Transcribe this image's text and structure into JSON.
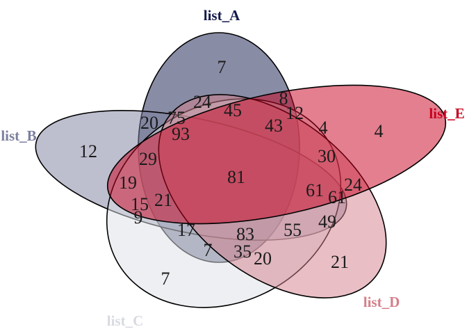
{
  "sets": [
    {
      "key": "A",
      "name": "list_A",
      "color": "#141a4b",
      "fill_opacity": 0.5,
      "label_color": "#141a4b"
    },
    {
      "key": "B",
      "name": "list_B",
      "color": "#7b7f9e",
      "fill_opacity": 0.5,
      "label_color": "#7b7f9e"
    },
    {
      "key": "C",
      "name": "list_C",
      "color": "#dde0e5",
      "fill_opacity": 0.5,
      "label_color": "#d7dae0"
    },
    {
      "key": "D",
      "name": "list_D",
      "color": "#d4808b",
      "fill_opacity": 0.5,
      "label_color": "#d4808b"
    },
    {
      "key": "E",
      "name": "list_E",
      "color": "#c8001e",
      "fill_opacity": 0.5,
      "label_color": "#c8001e"
    }
  ],
  "region_counts": [
    "7",
    "4",
    "12",
    "21",
    "7",
    "24",
    "20",
    "75",
    "8",
    "12",
    "45",
    "43",
    "93",
    "4",
    "29",
    "30",
    "81",
    "19",
    "61",
    "24",
    "15",
    "21",
    "61",
    "9",
    "17",
    "49",
    "83",
    "55",
    "7",
    "35",
    "20"
  ]
}
